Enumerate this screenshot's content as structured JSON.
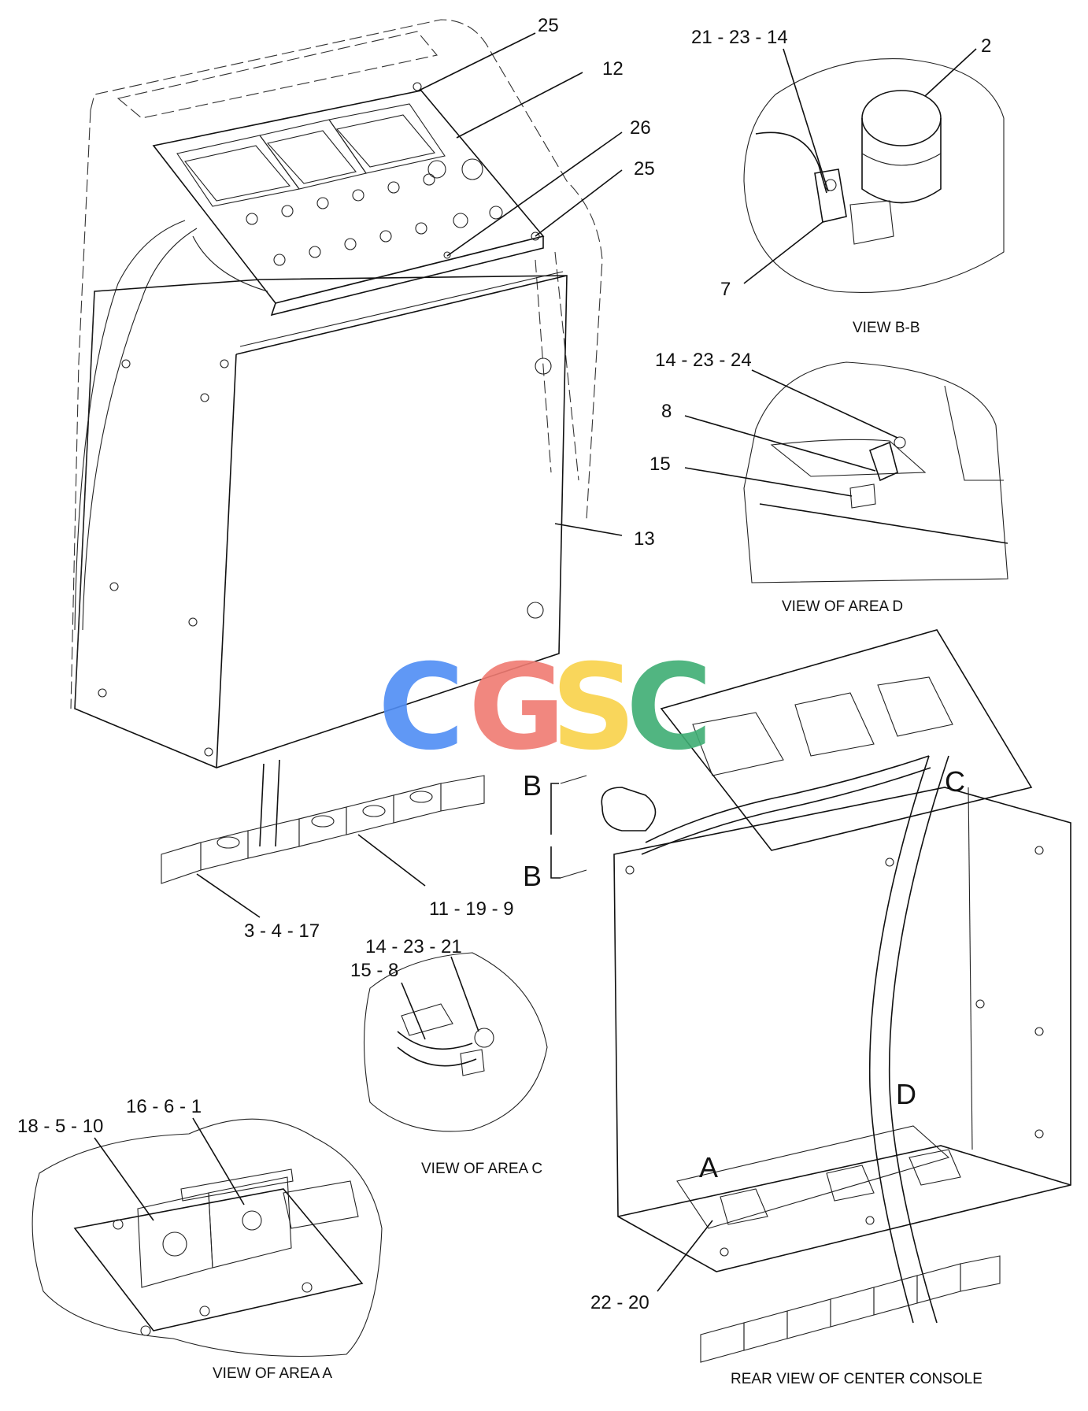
{
  "callouts": {
    "c25a": "25",
    "c12": "12",
    "c26": "26",
    "c25b": "25",
    "c13": "13",
    "c11_19_9": "11 - 19 - 9",
    "c3_4_17": "3 - 4 - 17",
    "c21_23_14": "21 - 23 - 14",
    "c2": "2",
    "c7": "7",
    "c14_23_24": "14 - 23 - 24",
    "c8": "8",
    "c15": "15",
    "c14_23_21": "14 - 23 - 21",
    "c15_8": "15 - 8",
    "c18_5_10": "18 - 5 - 10",
    "c16_6_1": "16 - 6 - 1",
    "c22_20": "22 - 20"
  },
  "view_letters": {
    "b_top": "B",
    "b_bottom": "B",
    "c": "C",
    "d": "D",
    "a": "A"
  },
  "captions": {
    "view_bb": "VIEW B-B",
    "view_area_d": "VIEW OF AREA D",
    "view_area_c": "VIEW OF AREA C",
    "view_area_a": "VIEW OF AREA A",
    "rear_view": "REAR VIEW OF CENTER CONSOLE"
  },
  "watermark": {
    "letters": [
      "C",
      "G",
      "S",
      "C"
    ],
    "colors": [
      "#4f8df5",
      "#f07b72",
      "#f9d24a",
      "#3fae74"
    ]
  }
}
